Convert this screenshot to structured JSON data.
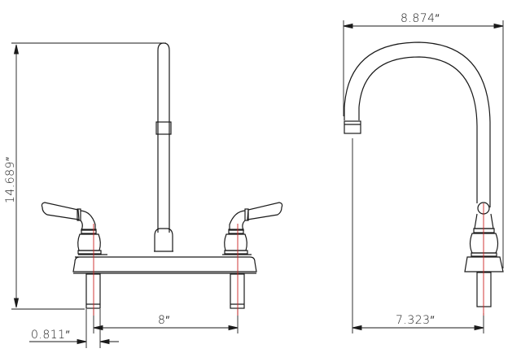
{
  "drawing": {
    "type": "faucet-technical-drawing",
    "views": [
      "front-view",
      "side-view"
    ],
    "colors": {
      "line": "#1a1a1a",
      "centerline": "#cc2222",
      "dimension": "#222222"
    }
  },
  "front_view": {
    "dimensions": {
      "height": "14.689″",
      "center_spacing": "8″",
      "shank_width": "0.811″"
    }
  },
  "side_view": {
    "dimensions": {
      "spout_reach_total": "8.874″",
      "spout_reach": "7.323″"
    }
  }
}
